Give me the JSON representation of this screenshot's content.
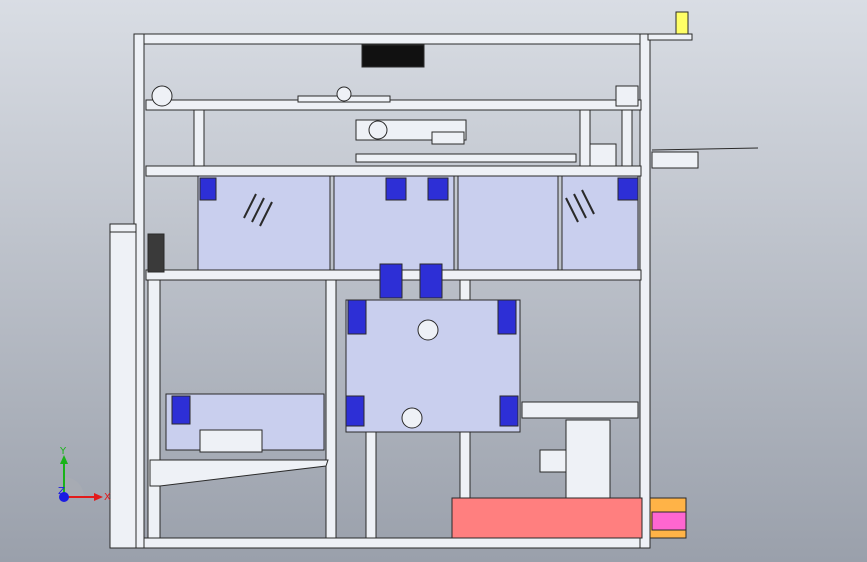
{
  "window": {
    "title": ""
  },
  "viewport": {
    "background_top": "#d9dde4",
    "background_bottom": "#9aa0ab",
    "frame_color": "#eef1f6",
    "frame_stroke": "#2a2a2a",
    "panel_color": "#c9cfee",
    "bearing_color": "#2d2fd6",
    "conveyor_color": "#ff7f7f",
    "motor_color": "#ffb347",
    "pink_block_color": "#ff66d0",
    "label_plate_color": "#111111",
    "cap_color": "#ffff66"
  },
  "triad": {
    "x_label": "X",
    "y_label": "Y",
    "z_label": "Z",
    "x_color": "#e21b1b",
    "y_color": "#19b319",
    "z_color": "#1b1be2"
  }
}
